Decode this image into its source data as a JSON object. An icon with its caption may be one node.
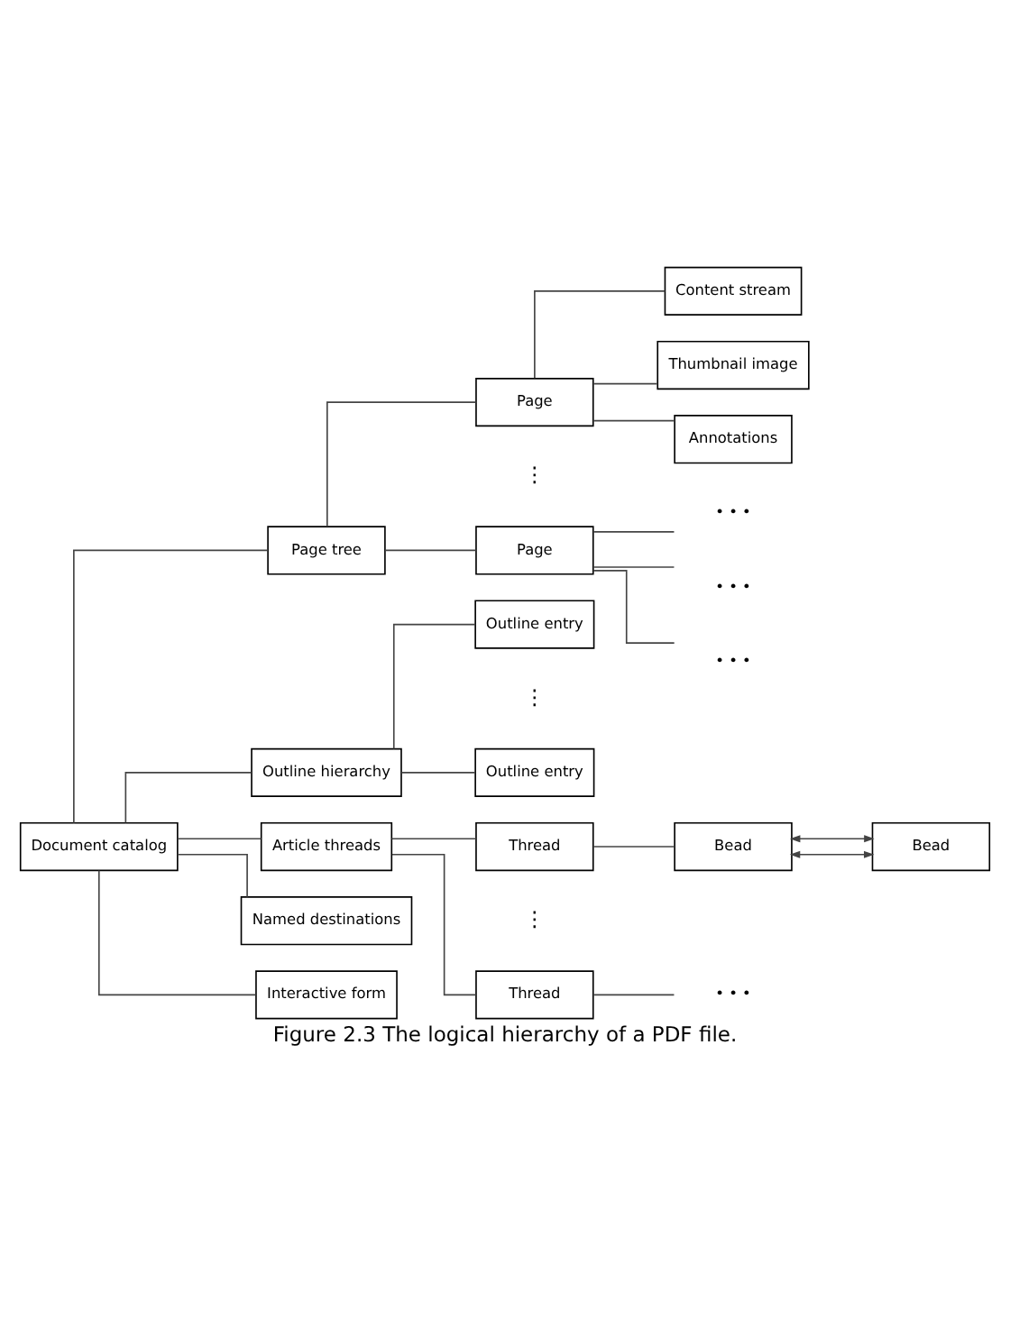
{
  "diagram": {
    "caption": "Figure 2.3 The logical hierarchy of a PDF file.",
    "nodes": [
      {
        "text": [
          "Document catalog"
        ]
      },
      {
        "text": [
          "Page tree"
        ]
      },
      {
        "text": [
          "Outline hierarchy"
        ]
      },
      {
        "text": [
          "Article threads"
        ]
      },
      {
        "text": [
          "Named destinations"
        ]
      },
      {
        "text": [
          "Interactive form"
        ]
      },
      {
        "text": [
          "Page"
        ]
      },
      {
        "text": [
          "Page"
        ]
      },
      {
        "text": [
          "Content stream"
        ]
      },
      {
        "text": [
          "Thumbnail image"
        ]
      },
      {
        "text": [
          "Annotations"
        ]
      },
      {
        "text": [
          "• • •"
        ]
      },
      {
        "text": [
          "• • •"
        ]
      },
      {
        "text": [
          "• • •"
        ]
      },
      {
        "text": [
          "Outline entry"
        ]
      },
      {
        "text": [
          "Outline entry"
        ]
      },
      {
        "text": [
          "Thread"
        ]
      },
      {
        "text": [
          "Thread"
        ]
      },
      {
        "text": [
          "Bead"
        ]
      },
      {
        "text": [
          "Bead"
        ]
      },
      {
        "text": [
          "• • •"
        ]
      }
    ],
    "edges": [
      {
        "from": 0,
        "to": 1,
        "arrow": "none"
      },
      {
        "from": 0,
        "to": 2,
        "arrow": "none"
      },
      {
        "from": 0,
        "to": 3,
        "arrow": "none"
      },
      {
        "from": 0,
        "to": 4,
        "arrow": "none"
      },
      {
        "from": 0,
        "to": 5,
        "arrow": "none"
      },
      {
        "from": 1,
        "to": 6,
        "arrow": "none"
      },
      {
        "from": 1,
        "to": 7,
        "arrow": "none"
      },
      {
        "from": 6,
        "to": 8,
        "arrow": "none"
      },
      {
        "from": 6,
        "to": 9,
        "arrow": "none"
      },
      {
        "from": 6,
        "to": 10,
        "arrow": "none"
      },
      {
        "from": 7,
        "to": 11,
        "arrow": "none"
      },
      {
        "from": 7,
        "to": 12,
        "arrow": "none"
      },
      {
        "from": 7,
        "to": 13,
        "arrow": "none"
      },
      {
        "from": 2,
        "to": 14,
        "arrow": "none"
      },
      {
        "from": 2,
        "to": 15,
        "arrow": "none"
      },
      {
        "from": 3,
        "to": 16,
        "arrow": "none"
      },
      {
        "from": 3,
        "to": 17,
        "arrow": "none"
      },
      {
        "from": 16,
        "to": 18,
        "arrow": "none"
      },
      {
        "from": 18,
        "to": 19,
        "arrow": "both"
      },
      {
        "from": 19,
        "to": 18,
        "arrow": "both"
      },
      {
        "from": 17,
        "to": 20,
        "arrow": "none"
      }
    ],
    "labels": [
      "⋮",
      "⋮",
      "⋮"
    ]
  }
}
